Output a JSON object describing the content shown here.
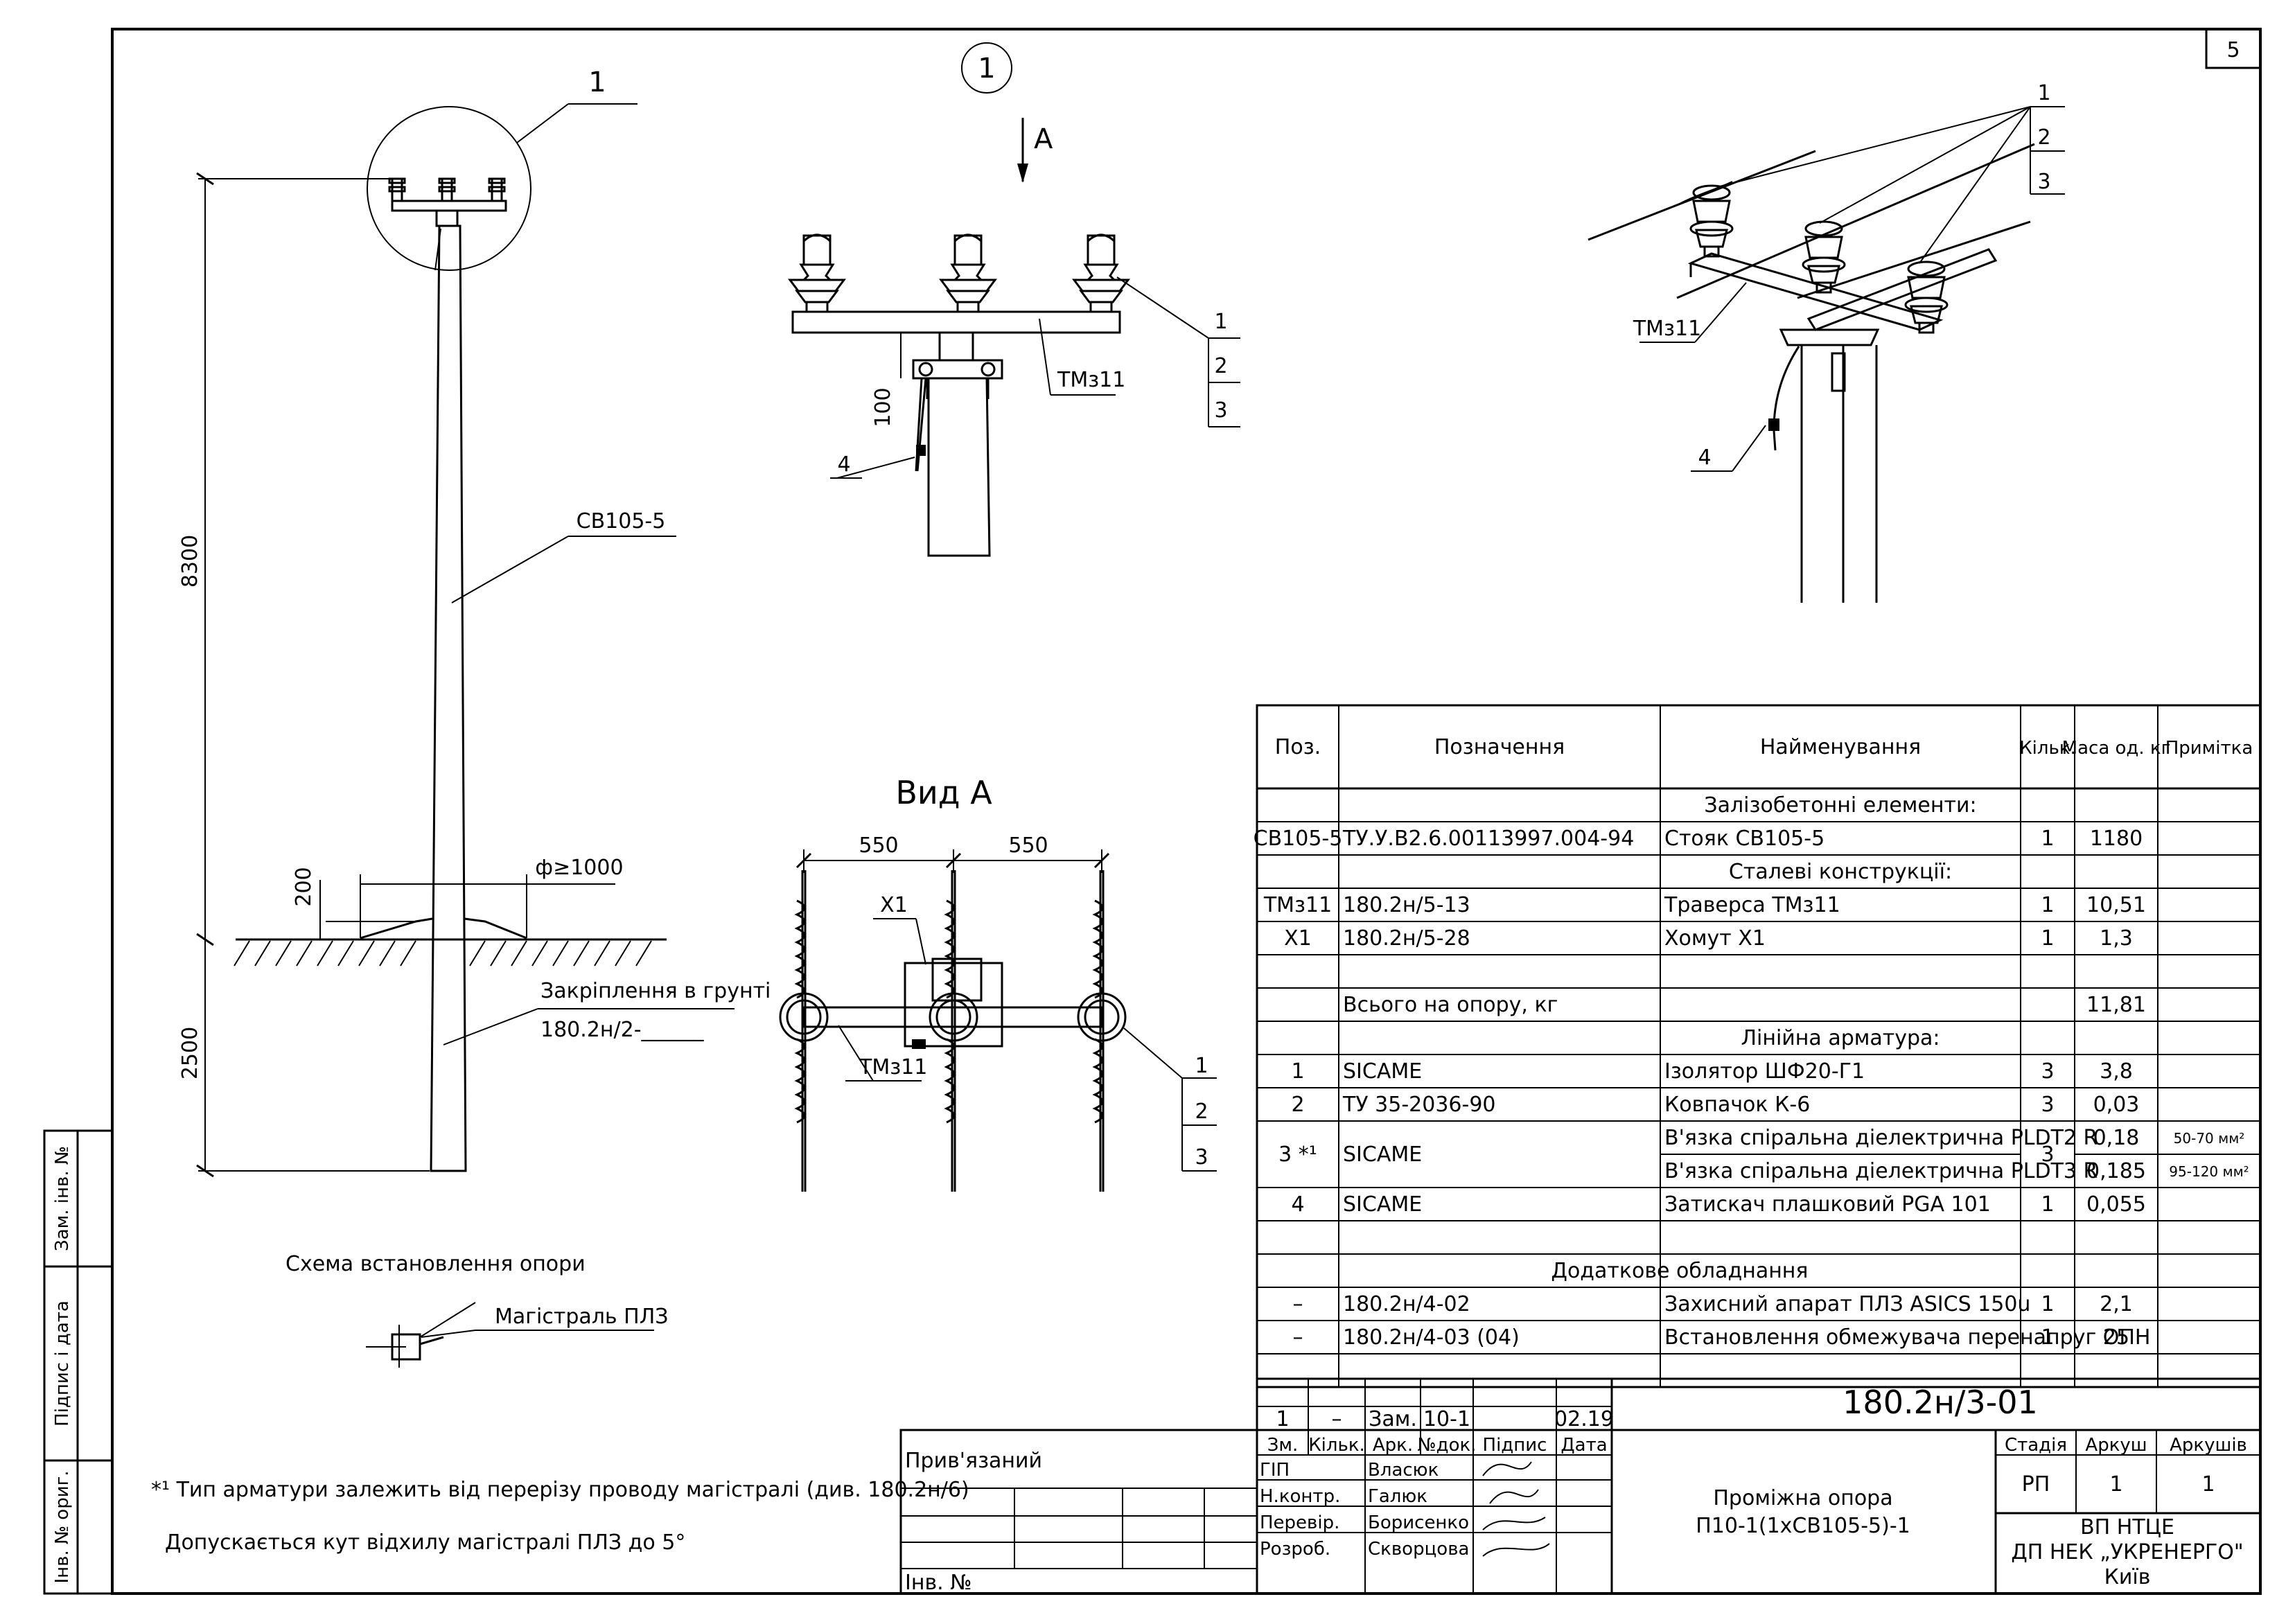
{
  "sheet": {
    "number": "5"
  },
  "main_view": {
    "callout": "1",
    "height_total": "8300",
    "height_ground": "2500",
    "mound_height": "200",
    "diameter": "ф≥1000",
    "pole_label": "СВ105-5",
    "ground_label": "Закріплення в грунті",
    "ground_ref": "180.2н/2-______"
  },
  "detail_view": {
    "callout": "1",
    "arrow_label": "А",
    "dim_100": "100",
    "traverse_label": "ТМз11",
    "pos1": "1",
    "pos2": "2",
    "pos3": "3",
    "pos4": "4"
  },
  "iso_view": {
    "traverse_label": "ТМз11",
    "pos1": "1",
    "pos2": "2",
    "pos3": "3",
    "pos4": "4"
  },
  "view_a": {
    "title": "Вид А",
    "dim_left": "550",
    "dim_right": "550",
    "clamp_label": "Х1",
    "traverse_label": "ТМз11",
    "pos1": "1",
    "pos2": "2",
    "pos3": "3"
  },
  "scheme": {
    "title": "Схема встановлення опори",
    "line_label": "Магістраль ПЛЗ"
  },
  "notes": {
    "note1": "*¹ Тип арматури залежить від перерізу проводу магістралі (див. 180.2н/6)",
    "note2": "Допускається кут відхилу магістралі ПЛЗ до 5°"
  },
  "left_stamp": {
    "inv_no_zam": "Зам. інв. №",
    "sign_date": "Підпис і дата",
    "inv_no_orig": "Інв. № ориг."
  },
  "spec_table": {
    "headers": {
      "pos": "Поз.",
      "designation": "Позначення",
      "name": "Найменування",
      "qty": "Кільк.",
      "mass": "Маса од. кг",
      "note": "Примітка"
    },
    "rows": [
      {
        "type": "section",
        "name": "Залізобетонні елементи:"
      },
      {
        "pos": "СВ105-5",
        "designation": "ТУ.У.В2.6.00113997.004-94",
        "name": "Стояк СВ105-5",
        "qty": "1",
        "mass": "1180",
        "note": ""
      },
      {
        "type": "section",
        "name": "Сталеві конструкції:"
      },
      {
        "pos": "ТМз11",
        "designation": "180.2н/5-13",
        "name": "Траверса ТМз11",
        "qty": "1",
        "mass": "10,51",
        "note": ""
      },
      {
        "pos": "Х1",
        "designation": "180.2н/5-28",
        "name": "Хомут Х1",
        "qty": "1",
        "mass": "1,3",
        "note": ""
      },
      {
        "pos": "",
        "designation": "",
        "name": "",
        "qty": "",
        "mass": "",
        "note": ""
      },
      {
        "pos": "",
        "designation": "Всього на опору, кг",
        "name": "",
        "qty": "",
        "mass": "11,81",
        "note": ""
      },
      {
        "type": "section",
        "name": "Лінійна арматура:"
      },
      {
        "pos": "1",
        "designation": "SICAME",
        "name": "Ізолятор ШФ20-Г1",
        "qty": "3",
        "mass": "3,8",
        "note": ""
      },
      {
        "pos": "2",
        "designation": "ТУ 35-2036-90",
        "name": "Ковпачок К-6",
        "qty": "3",
        "mass": "0,03",
        "note": ""
      },
      {
        "pos": "3 *¹",
        "designation": "SICAME",
        "name": "В'язка спіральна діелектрична PLDT2 R",
        "name2": "В'язка спіральна діелектрична PLDT3 R",
        "qty": "3",
        "mass": "0,18",
        "mass2": "0,185",
        "note": "50-70 мм²",
        "note2": "95-120 мм²",
        "type": "double"
      },
      {
        "pos": "4",
        "designation": "SICAME",
        "name": "Затискач плашковий PGA 101",
        "qty": "1",
        "mass": "0,055",
        "note": ""
      },
      {
        "pos": "",
        "designation": "",
        "name": "",
        "qty": "",
        "mass": "",
        "note": ""
      },
      {
        "type": "section_wide",
        "name": "Додаткове обладнання"
      },
      {
        "pos": "–",
        "designation": "180.2н/4-02",
        "name": "Захисний апарат ПЛЗ ASICS 150u",
        "qty": "1",
        "mass": "2,1",
        "note": ""
      },
      {
        "pos": "–",
        "designation": "180.2н/4-03 (04)",
        "name": "Встановлення обмежувача перенапруг ОПН",
        "qty": "1",
        "mass": "25",
        "note": ""
      },
      {
        "pos": "",
        "designation": "",
        "name": "",
        "qty": "",
        "mass": "",
        "note": ""
      }
    ]
  },
  "title_block": {
    "doc_code": "180.2н/3-01",
    "rev": {
      "zm": "1",
      "kilk": "–",
      "ark": "Зам.",
      "ndok": "10-1",
      "date": "02.19"
    },
    "header": {
      "zm": "Зм.",
      "kilk": "Кільк.",
      "ark": "Арк.",
      "ndok": "№док.",
      "sign": "Підпис",
      "date": "Дата"
    },
    "roles": [
      {
        "role": "ГІП",
        "name": "Власюк"
      },
      {
        "role": "Н.контр.",
        "name": "Галюк"
      },
      {
        "role": "Перевір.",
        "name": "Борисенко"
      },
      {
        "role": "Розроб.",
        "name": "Скворцова"
      }
    ],
    "bound": "Прив'язаний",
    "inv": "Інв. №",
    "object_line1": "Проміжна опора",
    "object_line2": "П10-1(1хСВ105-5)-1",
    "stage_h": "Стадія",
    "sheet_h": "Аркуш",
    "sheets_h": "Аркушів",
    "stage": "РП",
    "sheet": "1",
    "sheets": "1",
    "org1": "ВП НТЦЕ",
    "org2": "ДП НЕК „УКРЕНЕРГО\"",
    "org3": "Київ"
  }
}
